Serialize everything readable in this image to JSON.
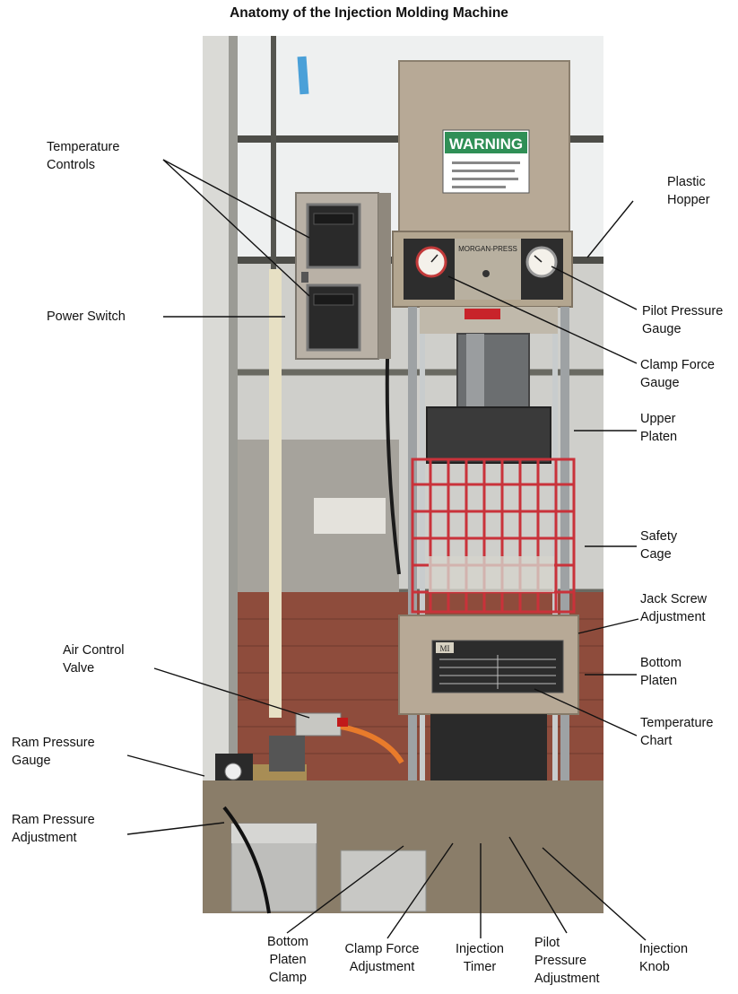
{
  "title": "Anatomy of the Injection Molding Machine",
  "photo": {
    "warning_sign": "WARNING",
    "nameplate": "MORGAN-PRESS",
    "logo_mark": "MI",
    "colors": {
      "background": "#ffffff",
      "machine_body": "#b7a996",
      "control_box": "#b9b1a6",
      "warning_green": "#2f8f56",
      "safety_cage": "#c9323a",
      "brick": "#8e4c3c",
      "knob_red": "#c11a1a",
      "knob_black": "#1a1a1a"
    }
  },
  "labels": {
    "temperature_controls": "Temperature\nControls",
    "power_switch": "Power Switch",
    "plastic_hopper": "Plastic\nHopper",
    "pilot_pressure_gauge": "Pilot Pressure\nGauge",
    "clamp_force_gauge": "Clamp Force\nGauge",
    "upper_platen": "Upper\nPlaten",
    "safety_cage": "Safety\nCage",
    "jack_screw_adjustment": "Jack Screw\nAdjustment",
    "bottom_platen": "Bottom\nPlaten",
    "temperature_chart": "Temperature\nChart",
    "air_control_valve": "Air Control\nValve",
    "ram_pressure_gauge": "Ram Pressure\nGauge",
    "ram_pressure_adjustment": "Ram Pressure\nAdjustment",
    "bottom_platen_clamp": "Bottom\nPlaten\nClamp",
    "clamp_force_adjustment": "Clamp Force\nAdjustment",
    "injection_timer": "Injection\nTimer",
    "pilot_pressure_adjustment": "Pilot\nPressure\nAdjustment",
    "injection_knob": "Injection\nKnob"
  }
}
